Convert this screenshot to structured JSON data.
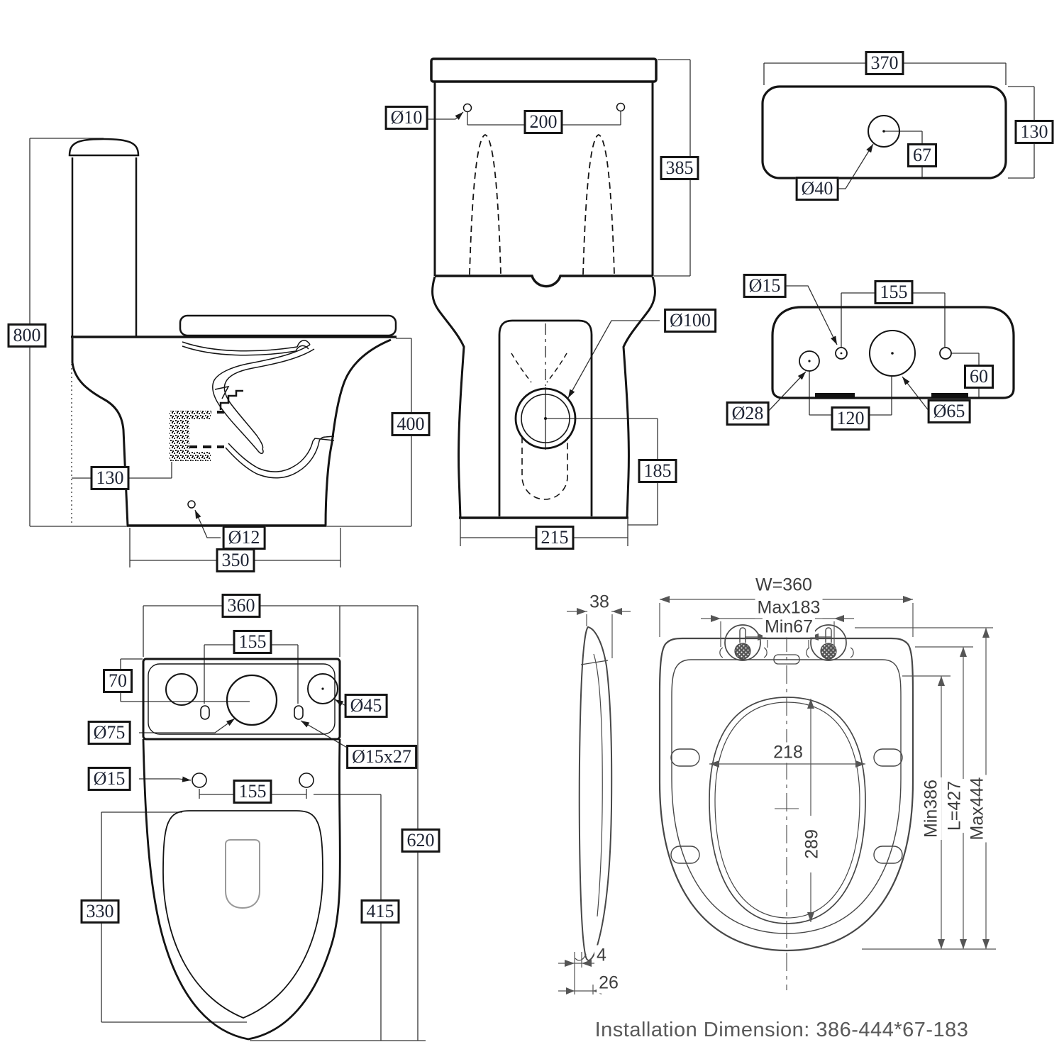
{
  "drawing": {
    "kind": "toilet installation dimension drawing",
    "units": "mm",
    "line_color": "#141414",
    "seat_line_color": "#474747",
    "text_color": "#1d2333",
    "footer_color": "#595959"
  },
  "views": {
    "side": {
      "labels": {
        "overall_height": "800",
        "trap_height": "130",
        "fixing_hole": "Ø12",
        "base_depth": "350",
        "bowl_height": "400"
      }
    },
    "front": {
      "labels": {
        "hole_dia": "Ø10",
        "hole_spacing": "200",
        "cistern_height": "385",
        "outlet_dia": "Ø100",
        "outlet_height": "185",
        "base_width": "215"
      }
    },
    "cistern_top": {
      "labels": {
        "width": "370",
        "depth": "130",
        "button_offset": "67",
        "button_hole_dia": "Ø40"
      }
    },
    "cistern_back": {
      "labels": {
        "pin_hole_dia": "Ø15",
        "upper_hole_spacing": "155",
        "side_offset": "60",
        "left_hole_dia": "Ø28",
        "lower_hole_spacing": "120",
        "flush_valve_dia": "Ø65"
      }
    },
    "pan_top": {
      "labels": {
        "cistern_shelf_width": "360",
        "shelf_hole_spacing": "155",
        "edge_offset": "70",
        "right_hole_dia": "Ø45",
        "centre_hole_dia": "Ø75",
        "slot_size": "Ø15x27",
        "seat_bolt_dia": "Ø15",
        "seat_bolt_spacing": "155",
        "overall_length": "620",
        "bowl_length": "415",
        "bowl_width": "330"
      }
    },
    "seat_side": {
      "labels": {
        "thickness": "38",
        "lid_gap": "4",
        "foot_depth": "26"
      }
    },
    "seat_top": {
      "labels": {
        "width": "W=360",
        "hinge_span_max": "Max183",
        "hinge_span_min": "Min67",
        "opening_width": "218",
        "opening_depth": "289",
        "length_min": "Min386",
        "length": "L=427",
        "length_max": "Max444"
      }
    }
  },
  "footer": {
    "installation_note": "Installation Dimension: 386-444*67-183"
  }
}
